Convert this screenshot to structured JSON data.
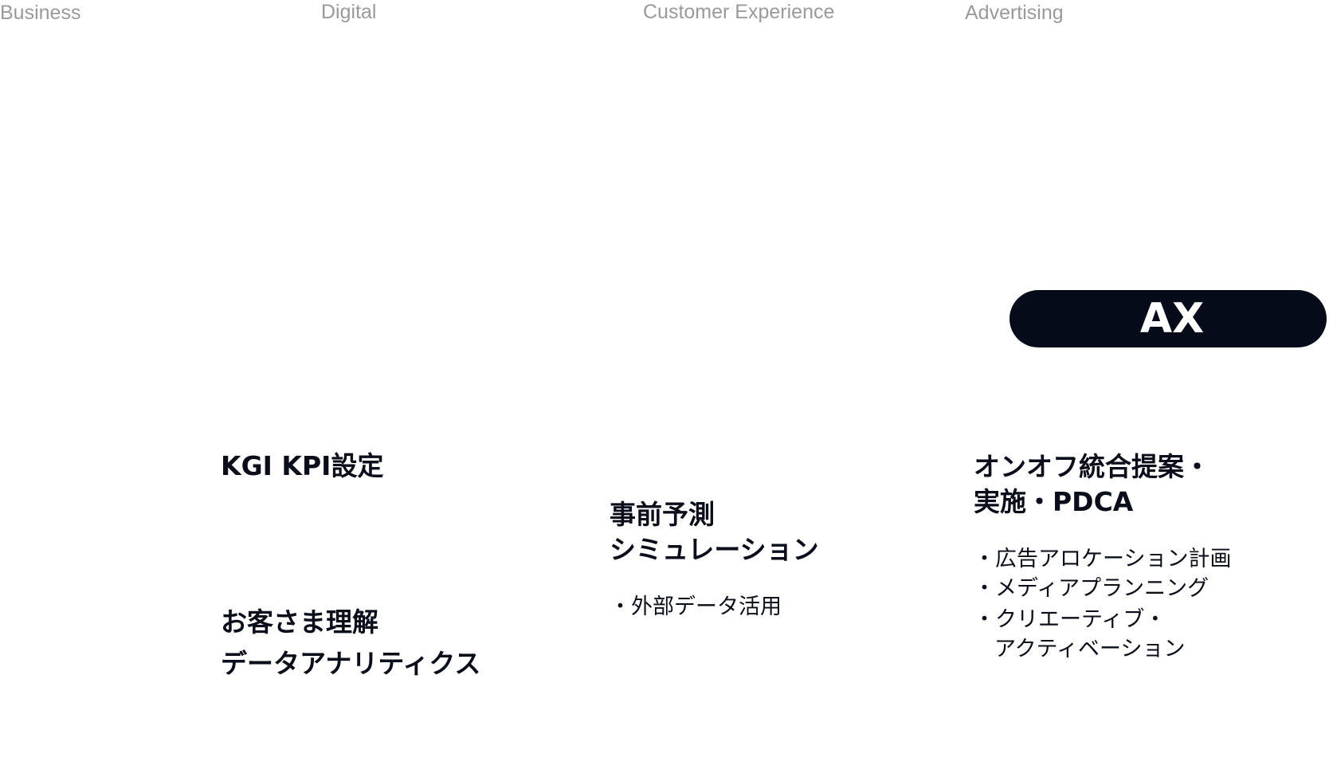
{
  "categories": [
    "Business",
    "Digital",
    "Customer Experience",
    "Advertising"
  ],
  "badge": "AX",
  "business": {
    "item1": "KGI KPI設定",
    "item2_line1": "お客さま理解",
    "item2_line2": "データアナリティクス"
  },
  "cx": {
    "title_line1": "事前予測",
    "title_line2": "シミュレーション",
    "bullets": [
      "・外部データ活用"
    ]
  },
  "advertising": {
    "title_line1": "オンオフ統合提案・",
    "title_line2": "実施・PDCA",
    "bullets": [
      "・広告アロケーション計画",
      "・メディアプランニング",
      "・クリエーティブ・",
      "アクティベーション"
    ]
  }
}
